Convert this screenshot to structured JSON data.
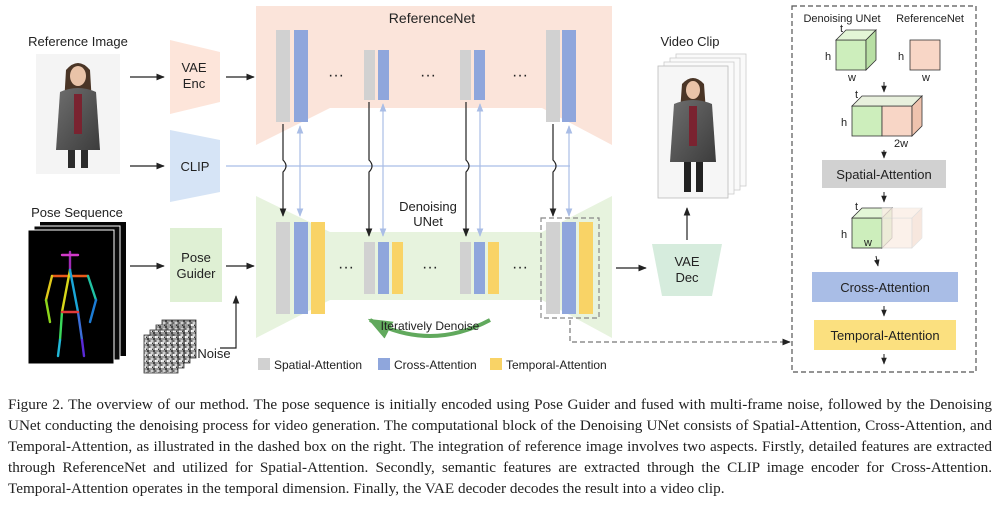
{
  "diagram": {
    "reference_image_label": "Reference Image",
    "pose_sequence_label": "Pose Sequence",
    "noise_label": "Noise",
    "vae_enc_lines": [
      "VAE",
      "Enc"
    ],
    "clip_label": "CLIP",
    "pose_guider_lines": [
      "Pose",
      "Guider"
    ],
    "referencenet_label": "ReferenceNet",
    "denoising_unet_lines": [
      "Denoising",
      "UNet"
    ],
    "ellipsis": "···",
    "iteratively_denoise_label": "Iteratively Denoise",
    "video_clip_label": "Video Clip",
    "vae_dec_lines": [
      "VAE",
      "Dec"
    ],
    "legend": [
      {
        "label": "Spatial-Attention",
        "color": "#d1d1d1"
      },
      {
        "label": "Cross-Attention",
        "color": "#8fa6dc"
      },
      {
        "label": "Temporal-Attention",
        "color": "#f9d366"
      }
    ],
    "detail": {
      "denoising_unet_label": "Denoising UNet",
      "referencenet_label": "ReferenceNet",
      "t_label": "t",
      "h_label": "h",
      "w_label": "w",
      "two_w_label": "2w",
      "spatial_attention_label": "Spatial-Attention",
      "cross_attention_label": "Cross-Attention",
      "temporal_attention_label": "Temporal-Attention"
    },
    "colors": {
      "referencenet_bg": "#fbe4da",
      "unet_bg": "#e7f3de",
      "vae_enc_bg": "#fde5da",
      "clip_bg": "#d6e4f6",
      "pose_guider_bg": "#dff0d4",
      "vae_dec_bg": "#d6ecdd",
      "spatial": "#d1d1d1",
      "cross": "#8fa6dc",
      "temporal": "#f9d366",
      "green_cube": "#cdeebc",
      "pink_cube": "#f8d6c6",
      "arrow_green": "#61a95d"
    }
  },
  "caption": {
    "text": "Figure 2.  The overview of our method.  The pose sequence is initially encoded using Pose Guider and fused with multi-frame noise, followed by the Denoising UNet conducting the denoising process for video generation. The computational block of the Denoising UNet consists of Spatial-Attention, Cross-Attention, and Temporal-Attention, as illustrated in the dashed box on the right.  The integration of reference image involves two aspects. Firstly, detailed features are extracted through ReferenceNet and utilized for Spatial-Attention. Secondly, semantic features are extracted through the CLIP image encoder for Cross-Attention. Temporal-Attention operates in the temporal dimension. Finally, the VAE decoder decodes the result into a video clip."
  }
}
